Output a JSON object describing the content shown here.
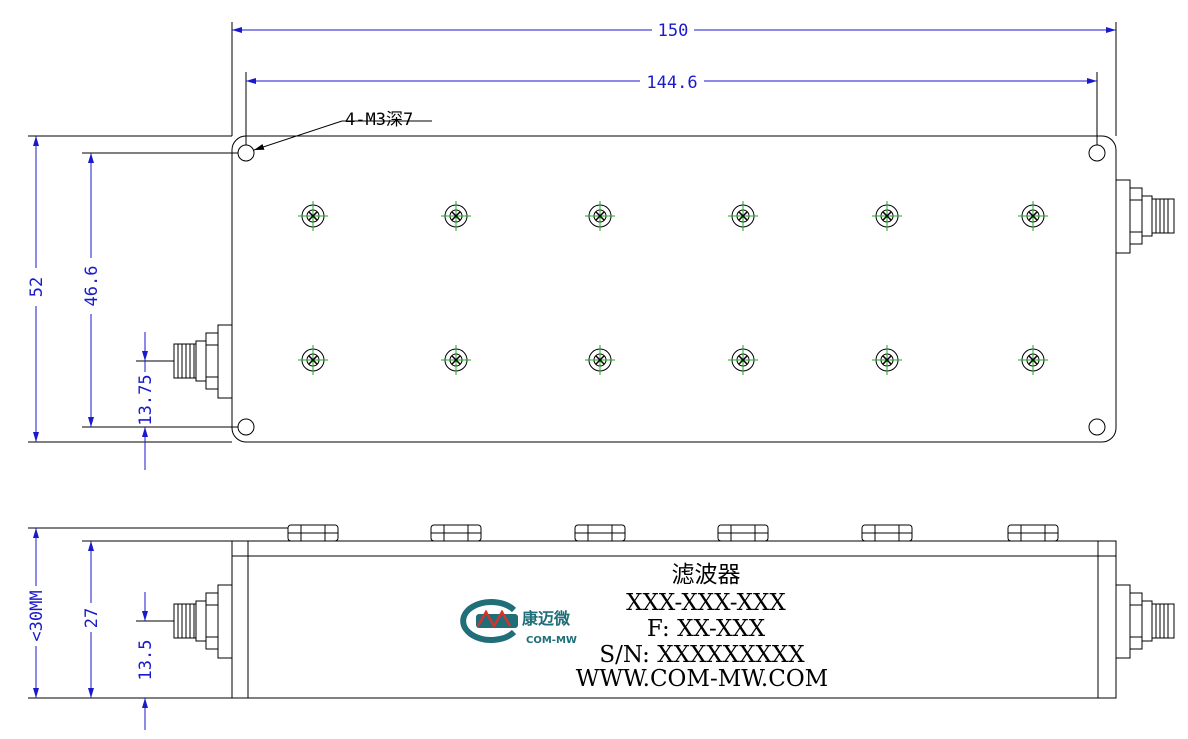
{
  "dimensions": {
    "overall_length": "150",
    "hole_spacing_x": "144.6",
    "overall_width": "52",
    "hole_spacing_y": "46.6",
    "connector_offset_top": "13.75",
    "height": "<30MM",
    "side_height": "27",
    "connector_offset_side": "13.5"
  },
  "callout": {
    "holes": "4-M3深7"
  },
  "nameplate": {
    "title": "滤波器",
    "model": "XXX-XXX-XXX",
    "frequency": "F: XX-XXX",
    "serial": "S/N: XXXXXXXXX",
    "website": "WWW.COM-MW.COM"
  },
  "logo": {
    "cn": "康迈微",
    "en": "COM-MW"
  },
  "colors": {
    "outline": "#000000",
    "dimension": "#1a1acc",
    "screw_mark": "#22aa22",
    "logo_teal": "#1f6e78",
    "logo_red": "#d4342b"
  }
}
